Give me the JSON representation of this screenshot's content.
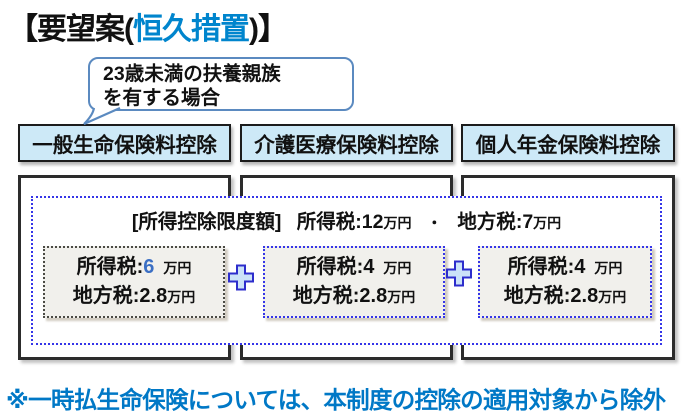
{
  "title": {
    "prefix": "【要望案(",
    "accent": "恒久措置",
    "suffix": ")】"
  },
  "callout": {
    "line1": "23歳未満の扶養親族",
    "line2": "を有する場合"
  },
  "columns": [
    {
      "header": "一般生命保険料控除"
    },
    {
      "header": "介護医療保険料控除"
    },
    {
      "header": "個人年金保険料控除"
    }
  ],
  "limit": {
    "bracket": "[所得控除限度額]",
    "income_label": "所得税:",
    "income_value": "12",
    "income_unit": "万円",
    "separator": "・",
    "local_label": "地方税:",
    "local_value": "7",
    "local_unit": "万円"
  },
  "amounts": [
    {
      "income_label": "所得税:",
      "income_value": "6",
      "income_unit": "万円",
      "local_label": "地方税:",
      "local_value": "2.8",
      "local_unit": "万円"
    },
    {
      "income_label": "所得税:",
      "income_value": "4",
      "income_unit": "万円",
      "local_label": "地方税:",
      "local_value": "2.8",
      "local_unit": "万円"
    },
    {
      "income_label": "所得税:",
      "income_value": "4",
      "income_unit": "万円",
      "local_label": "地方税:",
      "local_value": "2.8",
      "local_unit": "万円"
    }
  ],
  "note": "※一時払生命保険については、本制度の控除の適用対象から除外",
  "colors": {
    "title_accent": "#0085cd",
    "note_blue": "#0078c6",
    "header_fill": "#cde9f7",
    "dotted_blue": "#3535e8",
    "value_blue": "#3b6fc4",
    "plus_fill": "#cbe2f8",
    "plus_stroke": "#2d2dcc"
  }
}
